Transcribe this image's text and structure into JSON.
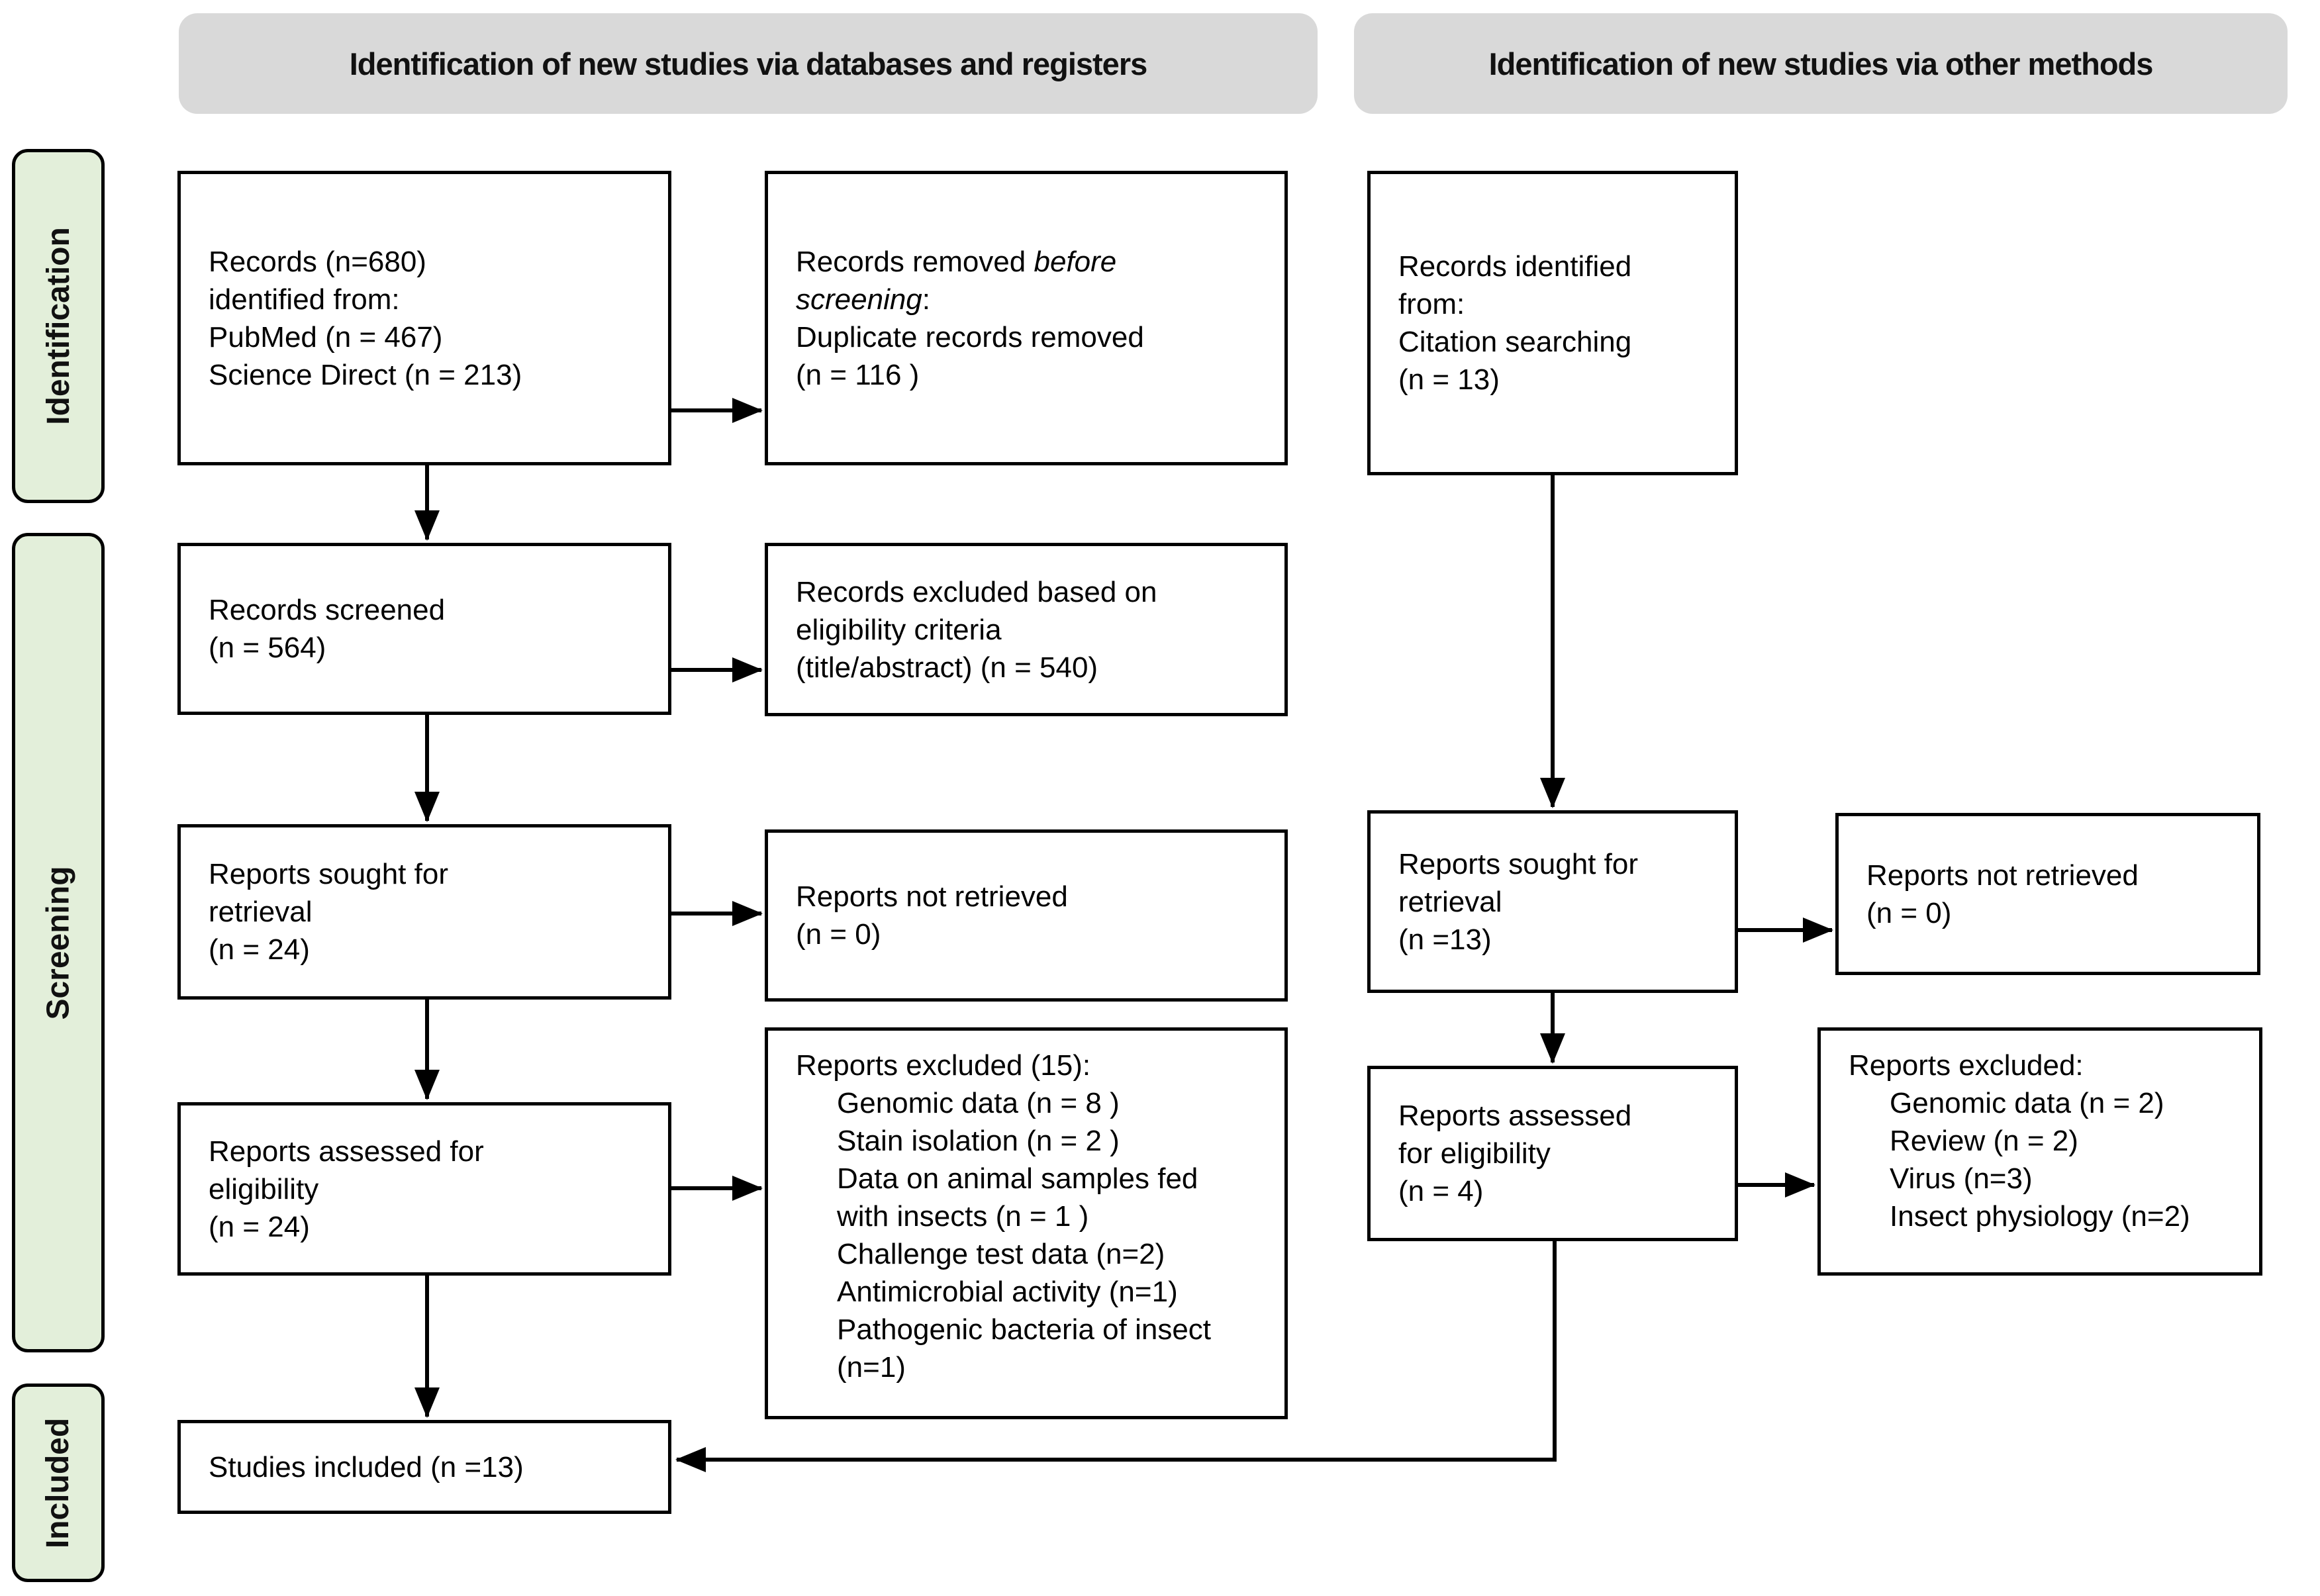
{
  "headers": {
    "databases": "Identification of new studies via databases and registers",
    "other": "Identification of new studies via other methods"
  },
  "sidebar": {
    "identification": "Identification",
    "screening": "Screening",
    "included": "Included"
  },
  "nodes": {
    "db_identified": {
      "lines": [
        "Records (n=680)",
        "identified from:",
        "PubMed (n = 467)",
        "Science Direct (n = 213)"
      ]
    },
    "removed_before": {
      "l1_plain": "Records removed ",
      "l1_italic": "before",
      "l2_italic": "screening",
      "l2_suffix": ":",
      "rest": [
        "Duplicate records removed",
        "(n = 116 )"
      ]
    },
    "screened": {
      "lines": [
        "Records screened",
        "(n = 564)"
      ]
    },
    "excluded_eligibility": {
      "lines": [
        "Records excluded based on",
        "eligibility criteria",
        "(title/abstract) (n = 540)"
      ]
    },
    "sought_db": {
      "lines": [
        "Reports sought for",
        "retrieval",
        "(n = 24)"
      ]
    },
    "not_retrieved_db": {
      "lines": [
        "Reports not retrieved",
        "(n = 0)"
      ]
    },
    "assessed_db": {
      "lines": [
        "Reports assessed for",
        "eligibility",
        "(n = 24)"
      ]
    },
    "reports_excluded_db": {
      "title": "Reports excluded (15):",
      "items": [
        [
          "Genomic data (n = 8 )"
        ],
        [
          "Stain isolation (n = 2 )"
        ],
        [
          "Data on animal samples fed",
          "with insects (n = 1 )"
        ],
        [
          "Challenge test data (n=2)"
        ],
        [
          "Antimicrobial activity (n=1)"
        ],
        [
          "Pathogenic bacteria of insect",
          "(n=1)"
        ]
      ]
    },
    "other_identified": {
      "lines": [
        "Records identified",
        "from:",
        "Citation searching",
        "(n = 13)"
      ]
    },
    "sought_other": {
      "lines": [
        "Reports sought for",
        "retrieval",
        "(n =13)"
      ]
    },
    "not_retrieved_other": {
      "lines": [
        "Reports not retrieved",
        "(n = 0)"
      ]
    },
    "assessed_other": {
      "lines": [
        "Reports assessed",
        "for eligibility",
        "(n = 4)"
      ]
    },
    "reports_excluded_other": {
      "title": "Reports excluded:",
      "items": [
        [
          "Genomic data (n = 2)"
        ],
        [
          "Review (n = 2)"
        ],
        [
          "Virus (n=3)"
        ],
        [
          "Insect physiology (n=2)"
        ]
      ]
    },
    "included_studies": {
      "lines": [
        "Studies included (n =13)"
      ]
    }
  },
  "colors": {
    "header_bg": "#d9d9d9",
    "sidebar_bg": "#e3efda",
    "box_border": "#000000",
    "background": "#ffffff"
  }
}
